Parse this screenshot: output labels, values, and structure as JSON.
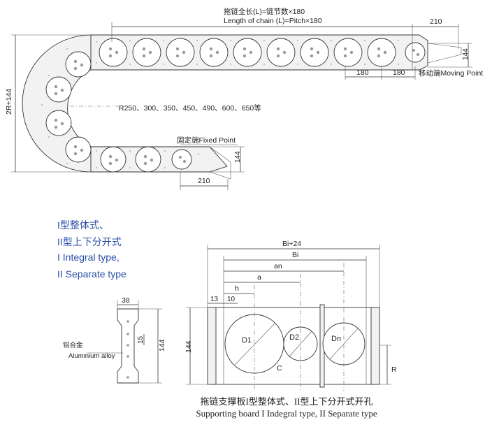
{
  "top": {
    "length_zh": "拖链全长(L)=链节数×180",
    "length_en": "Length of chain (L)=Pitch×180",
    "dim_210_top": "210",
    "dim_144_right": "144",
    "dim_180_a": "180",
    "dim_180_b": "180",
    "moving_point": "移动端Moving Point",
    "radius_list": "R250、300、350、450、490、600、650等",
    "fixed_point": "固定端Fixed Point",
    "dim_144_fixed": "144",
    "dim_210_bottom": "210",
    "left_height": "2R+144"
  },
  "types": {
    "line1": "I型整体式、",
    "line2": "II型上下分开式",
    "line3": "I Integral type,",
    "line4": "II Separate type"
  },
  "side": {
    "width": "38",
    "hole": "15",
    "height": "144",
    "alloy_zh": "铝合金",
    "alloy_en": "Aluminium alloy"
  },
  "plate": {
    "bi24": "Bi+24",
    "bi": "Bi",
    "an": "an",
    "a": "a",
    "h": "h",
    "d13": "13",
    "d10": "10",
    "height": "144",
    "d1": "D1",
    "d2": "D2",
    "dn": "Dn",
    "c": "C",
    "r": "R"
  },
  "caption": {
    "zh": "拖链支撑板I型整体式、II型上下分开式开孔",
    "en": "Supporting board I Indegral type, II Separate type"
  }
}
